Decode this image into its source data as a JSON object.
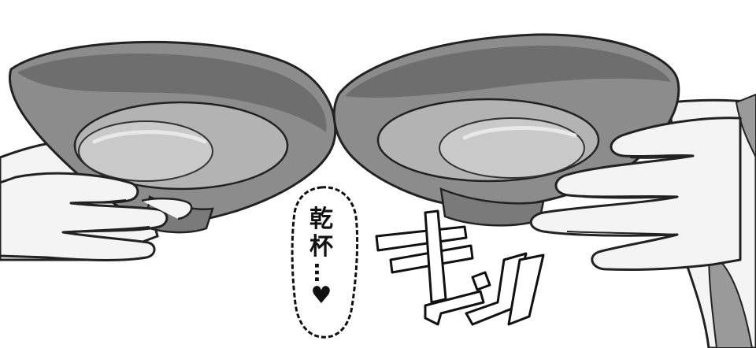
{
  "speech_bubble": {
    "line1": "乾",
    "line2": "杯",
    "dots": "…",
    "heart": "♥"
  },
  "sound_effect": {
    "text": "キンッ"
  },
  "colors": {
    "bowl_outer": "#8c8c8c",
    "bowl_rim_dark": "#5e5e5e",
    "bowl_inner": "#b3b3b3",
    "liquid": "#c9c9c9",
    "skin": "#f4f4f4",
    "line": "#222222",
    "sleeve": "#9a9a9a"
  },
  "icons": {
    "heart": "heart-icon"
  }
}
